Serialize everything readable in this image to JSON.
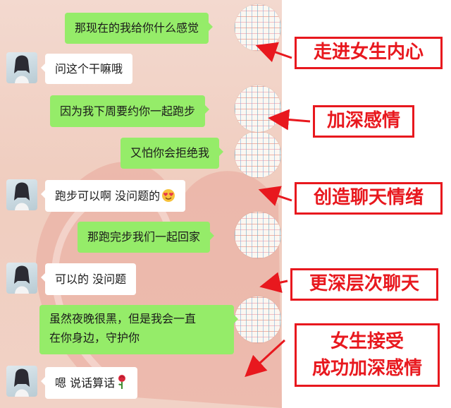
{
  "messages": [
    {
      "side": "out",
      "text": "那现在的我给你什么感觉"
    },
    {
      "side": "in",
      "text": "问这个干嘛哦"
    },
    {
      "side": "out",
      "text": "因为我下周要约你一起跑步"
    },
    {
      "side": "out",
      "text": "又怕你会拒绝我"
    },
    {
      "side": "in",
      "text": "跑步可以啊 没问题的",
      "emoji": "heart-eyes-emoji"
    },
    {
      "side": "out",
      "text": "那跑完步我们一起回家"
    },
    {
      "side": "in",
      "text": "可以的 没问题"
    },
    {
      "side": "out",
      "lines": [
        "虽然夜晚很黑，但是我会一直",
        "在你身边，守护你"
      ]
    },
    {
      "side": "in",
      "text": "嗯 说话算话",
      "emoji": "rose-emoji"
    }
  ],
  "annotations": [
    {
      "lines": [
        "走进女生内心"
      ]
    },
    {
      "lines": [
        "加深感情"
      ]
    },
    {
      "lines": [
        "创造聊天情绪"
      ]
    },
    {
      "lines": [
        "更深层次聊天"
      ]
    },
    {
      "lines": [
        "女生接受",
        "成功加深感情"
      ]
    }
  ],
  "colors": {
    "outgoing_bubble": "#95ec69",
    "incoming_bubble": "#ffffff",
    "annotation_red": "#e8181e",
    "wallpaper": "#f0cdbf"
  }
}
